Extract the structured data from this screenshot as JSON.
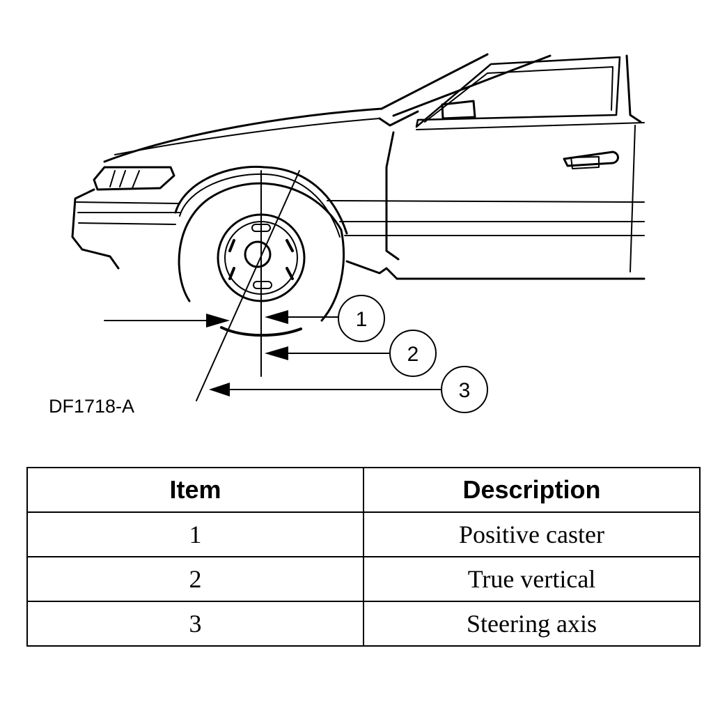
{
  "figure": {
    "code": "DF1718-A",
    "callouts": [
      "1",
      "2",
      "3"
    ]
  },
  "table": {
    "headers": [
      "Item",
      "Description"
    ],
    "rows": [
      {
        "item": "1",
        "description": "Positive caster"
      },
      {
        "item": "2",
        "description": "True vertical"
      },
      {
        "item": "3",
        "description": "Steering axis"
      }
    ]
  }
}
